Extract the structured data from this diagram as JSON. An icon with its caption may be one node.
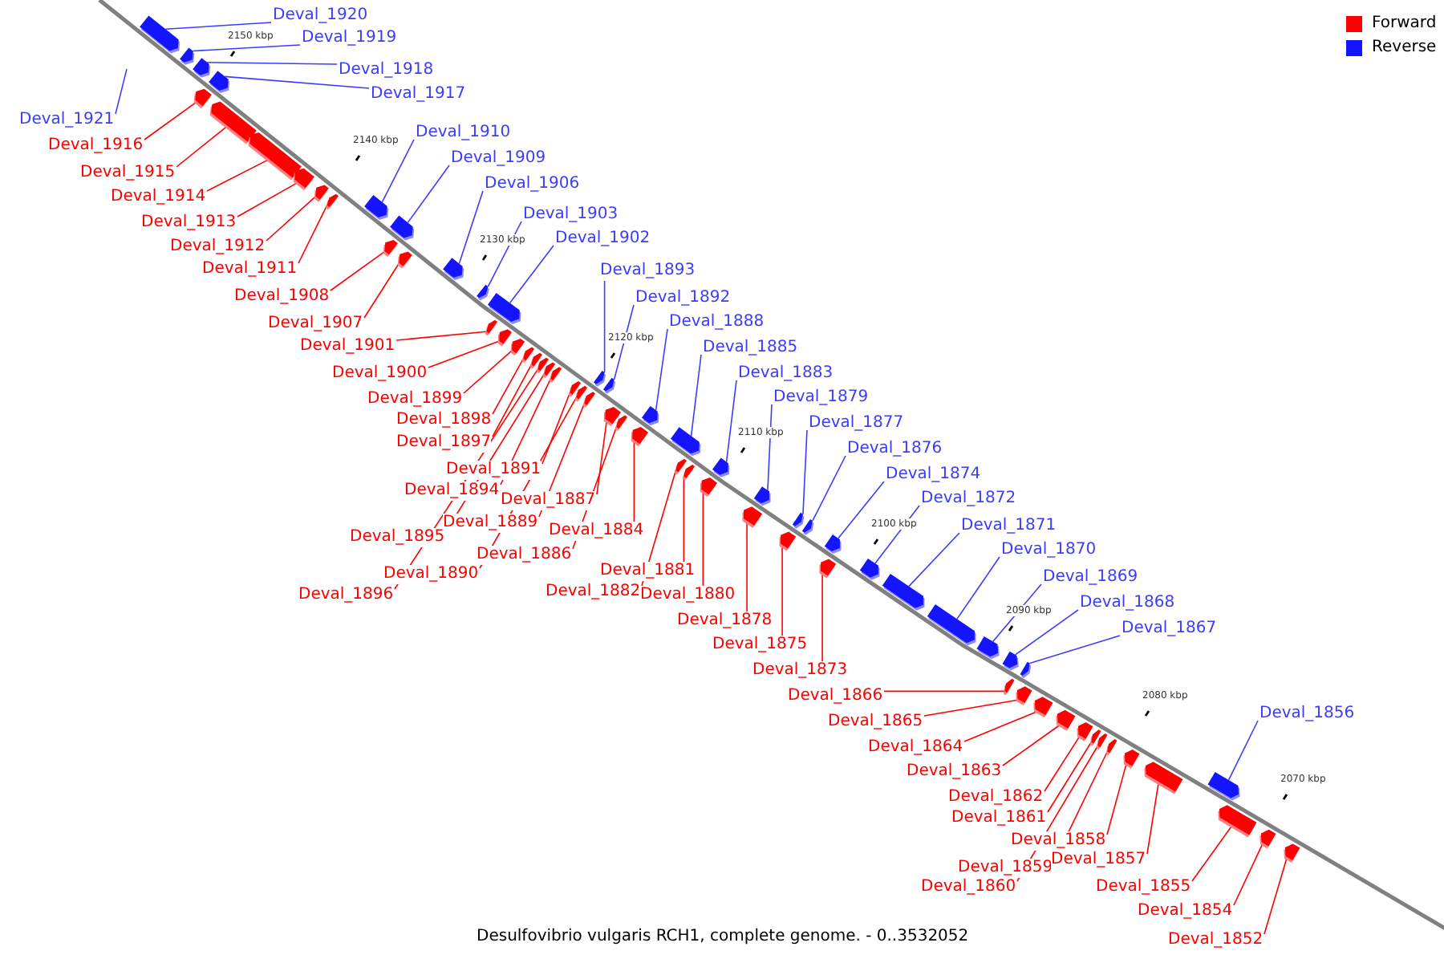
{
  "diagram": {
    "caption": "Desulfovibrio vulgaris RCH1, complete genome. - 0..3532052",
    "nodes": [
      {
        "text": [
          "Deval_1920"
        ]
      },
      {
        "text": [],
        "shape": "arrow"
      },
      {
        "text": [
          "Deval_1919"
        ]
      },
      {
        "text": [],
        "shape": "arrow"
      },
      {
        "text": [
          "Deval_1918"
        ]
      },
      {
        "text": [],
        "shape": "arrow"
      },
      {
        "text": [
          "Deval_1917"
        ]
      },
      {
        "text": [],
        "shape": "arrow"
      },
      {
        "text": [
          "Deval_1921"
        ]
      },
      {
        "text": [
          "Deval_1916"
        ]
      },
      {
        "text": [],
        "shape": "arrow"
      },
      {
        "text": [
          "Deval_1915"
        ]
      },
      {
        "text": [],
        "shape": "arrow"
      },
      {
        "text": [
          "Deval_1914"
        ]
      },
      {
        "text": [],
        "shape": "arrow"
      },
      {
        "text": [
          "Deval_1913"
        ]
      },
      {
        "text": [],
        "shape": "arrow"
      },
      {
        "text": [
          "Deval_1912"
        ]
      },
      {
        "text": [],
        "shape": "arrow"
      },
      {
        "text": [
          "Deval_1911"
        ]
      },
      {
        "text": [],
        "shape": "arrow"
      },
      {
        "text": [
          "Deval_1910"
        ]
      },
      {
        "text": [],
        "shape": "arrow"
      },
      {
        "text": [
          "Deval_1909"
        ]
      },
      {
        "text": [],
        "shape": "arrow"
      },
      {
        "text": [
          "Deval_1908"
        ]
      },
      {
        "text": [],
        "shape": "arrow"
      },
      {
        "text": [
          "Deval_1907"
        ]
      },
      {
        "text": [],
        "shape": "arrow"
      },
      {
        "text": [
          "Deval_1906"
        ]
      },
      {
        "text": [],
        "shape": "arrow"
      },
      {
        "text": [
          "Deval_1903"
        ]
      },
      {
        "text": [],
        "shape": "arrow"
      },
      {
        "text": [
          "Deval_1902"
        ]
      },
      {
        "text": [],
        "shape": "arrow"
      },
      {
        "text": [
          "Deval_1901"
        ]
      },
      {
        "text": [],
        "shape": "arrow"
      },
      {
        "text": [
          "Deval_1900"
        ]
      },
      {
        "text": [],
        "shape": "arrow"
      },
      {
        "text": [
          "Deval_1899"
        ]
      },
      {
        "text": [],
        "shape": "arrow"
      },
      {
        "text": [
          "Deval_1898"
        ]
      },
      {
        "text": [],
        "shape": "arrow"
      },
      {
        "text": [
          "Deval_1893"
        ]
      },
      {
        "text": [],
        "shape": "arrow"
      },
      {
        "text": [
          "Deval_1892"
        ]
      },
      {
        "text": [],
        "shape": "arrow"
      },
      {
        "text": [
          "Deval_1897"
        ]
      },
      {
        "text": [],
        "shape": "arrow"
      },
      {
        "text": [
          "Deval_1891"
        ]
      },
      {
        "text": [],
        "shape": "arrow"
      },
      {
        "text": [
          "Deval_1894"
        ]
      },
      {
        "text": [],
        "shape": "arrow"
      },
      {
        "text": [
          "Deval_1888"
        ]
      },
      {
        "text": [],
        "shape": "arrow"
      },
      {
        "text": [
          "Deval_1887"
        ]
      },
      {
        "text": [],
        "shape": "arrow"
      },
      {
        "text": [
          "Deval_1889"
        ]
      },
      {
        "text": [],
        "shape": "arrow"
      },
      {
        "text": [
          "Deval_1885"
        ]
      },
      {
        "text": [],
        "shape": "arrow"
      },
      {
        "text": [
          "Deval_1895"
        ]
      },
      {
        "text": [],
        "shape": "arrow"
      },
      {
        "text": [
          "Deval_1884"
        ]
      },
      {
        "text": [],
        "shape": "arrow"
      },
      {
        "text": [
          "Deval_1883"
        ]
      },
      {
        "text": [],
        "shape": "arrow"
      },
      {
        "text": [
          "Deval_1886"
        ]
      },
      {
        "text": [],
        "shape": "arrow"
      },
      {
        "text": [
          "Deval_1890"
        ]
      },
      {
        "text": [],
        "shape": "arrow"
      },
      {
        "text": [
          "Deval_1881"
        ]
      },
      {
        "text": [],
        "shape": "arrow"
      },
      {
        "text": [
          "Deval_1879"
        ]
      },
      {
        "text": [],
        "shape": "arrow"
      },
      {
        "text": [
          "Deval_1882"
        ]
      },
      {
        "text": [],
        "shape": "arrow"
      },
      {
        "text": [
          "Deval_1880"
        ]
      },
      {
        "text": [],
        "shape": "arrow"
      },
      {
        "text": [
          "Deval_1896"
        ]
      },
      {
        "text": [],
        "shape": "arrow"
      },
      {
        "text": [
          "Deval_1877"
        ]
      },
      {
        "text": [],
        "shape": "arrow"
      },
      {
        "text": [
          "Deval_1876"
        ]
      },
      {
        "text": [],
        "shape": "arrow"
      },
      {
        "text": [
          "Deval_1878"
        ]
      },
      {
        "text": [],
        "shape": "arrow"
      },
      {
        "text": [
          "Deval_1874"
        ]
      },
      {
        "text": [],
        "shape": "arrow"
      },
      {
        "text": [
          "Deval_1875"
        ]
      },
      {
        "text": [],
        "shape": "arrow"
      },
      {
        "text": [
          "Deval_1872"
        ]
      },
      {
        "text": [],
        "shape": "arrow"
      },
      {
        "text": [
          "Deval_1871"
        ]
      },
      {
        "text": [],
        "shape": "arrow"
      },
      {
        "text": [
          "Deval_1873"
        ]
      },
      {
        "text": [],
        "shape": "arrow"
      },
      {
        "text": [
          "Deval_1870"
        ]
      },
      {
        "text": [],
        "shape": "arrow"
      },
      {
        "text": [
          "Deval_1869"
        ]
      },
      {
        "text": [],
        "shape": "arrow"
      },
      {
        "text": [
          "Deval_1868"
        ]
      },
      {
        "text": [],
        "shape": "arrow"
      },
      {
        "text": [
          "Deval_1867"
        ]
      },
      {
        "text": [],
        "shape": "arrow"
      },
      {
        "text": [
          "Deval_1866"
        ]
      },
      {
        "text": [],
        "shape": "arrow"
      },
      {
        "text": [
          "Deval_1865"
        ]
      },
      {
        "text": [],
        "shape": "arrow"
      },
      {
        "text": [
          "Deval_1864"
        ]
      },
      {
        "text": [],
        "shape": "arrow"
      },
      {
        "text": [
          "Deval_1863"
        ]
      },
      {
        "text": [],
        "shape": "arrow"
      },
      {
        "text": [
          "Deval_1862"
        ]
      },
      {
        "text": [],
        "shape": "arrow"
      },
      {
        "text": [
          "Deval_1861"
        ]
      },
      {
        "text": [],
        "shape": "arrow"
      },
      {
        "text": [
          "Deval_1860"
        ]
      },
      {
        "text": [],
        "shape": "arrow"
      },
      {
        "text": [
          "Deval_1859"
        ]
      },
      {
        "text": [],
        "shape": "arrow"
      },
      {
        "text": [
          "Deval_1858"
        ]
      },
      {
        "text": [],
        "shape": "arrow"
      },
      {
        "text": [
          "Deval_1857"
        ]
      },
      {
        "text": [],
        "shape": "arrow"
      },
      {
        "text": [
          "Deval_1856"
        ]
      },
      {
        "text": [],
        "shape": "arrow"
      },
      {
        "text": [
          "Deval_1855"
        ]
      },
      {
        "text": [],
        "shape": "arrow"
      },
      {
        "text": [
          "Deval_1854"
        ]
      },
      {
        "text": [],
        "shape": "arrow"
      },
      {
        "text": [
          "Deval_1852"
        ]
      },
      {
        "text": [],
        "shape": "arrow"
      }
    ],
    "edges": [
      {
        "from": 0,
        "to": 1,
        "arrow": "none",
        "color": "#3c3cff"
      },
      {
        "from": 2,
        "to": 3,
        "arrow": "none",
        "color": "#3c3cff"
      },
      {
        "from": 4,
        "to": 5,
        "arrow": "none",
        "color": "#3c3cff"
      },
      {
        "from": 6,
        "to": 7,
        "arrow": "none",
        "color": "#3c3cff"
      },
      {
        "from": 8,
        "to": null,
        "arrow": "none",
        "color": "#3c3cff"
      },
      {
        "from": 9,
        "to": 10,
        "arrow": "none"
      },
      {
        "from": 11,
        "to": 12,
        "arrow": "none"
      },
      {
        "from": 13,
        "to": 14,
        "arrow": "none"
      },
      {
        "from": 15,
        "to": 16,
        "arrow": "none"
      },
      {
        "from": 17,
        "to": 18,
        "arrow": "none"
      },
      {
        "from": 19,
        "to": 20,
        "arrow": "none"
      },
      {
        "from": 21,
        "to": 22,
        "arrow": "none",
        "color": "#3c3cff"
      },
      {
        "from": 23,
        "to": 24,
        "arrow": "none",
        "color": "#3c3cff"
      },
      {
        "from": 25,
        "to": 26,
        "arrow": "none"
      },
      {
        "from": 27,
        "to": 28,
        "arrow": "none"
      },
      {
        "from": 29,
        "to": 30,
        "arrow": "none",
        "color": "#3c3cff"
      },
      {
        "from": 31,
        "to": 32,
        "arrow": "none",
        "color": "#3c3cff"
      },
      {
        "from": 33,
        "to": 34,
        "arrow": "none",
        "color": "#3c3cff"
      },
      {
        "from": 35,
        "to": 36,
        "arrow": "none"
      },
      {
        "from": 37,
        "to": 38,
        "arrow": "none"
      },
      {
        "from": 39,
        "to": 40,
        "arrow": "none"
      },
      {
        "from": 41,
        "to": 42,
        "arrow": "none"
      },
      {
        "from": 43,
        "to": 44,
        "arrow": "none",
        "color": "#3c3cff"
      },
      {
        "from": 45,
        "to": 46,
        "arrow": "none",
        "color": "#3c3cff"
      },
      {
        "from": 47,
        "to": 48,
        "arrow": "none"
      },
      {
        "from": 49,
        "to": 50,
        "arrow": "none"
      },
      {
        "from": 51,
        "to": 52,
        "arrow": "none"
      },
      {
        "from": 53,
        "to": 54,
        "arrow": "none",
        "color": "#3c3cff"
      },
      {
        "from": 55,
        "to": 56,
        "arrow": "none"
      },
      {
        "from": 57,
        "to": 58,
        "arrow": "none"
      },
      {
        "from": 59,
        "to": 60,
        "arrow": "none",
        "color": "#3c3cff"
      },
      {
        "from": 61,
        "to": 62,
        "arrow": "none"
      },
      {
        "from": 63,
        "to": 64,
        "arrow": "none"
      },
      {
        "from": 65,
        "to": 66,
        "arrow": "none",
        "color": "#3c3cff"
      },
      {
        "from": 67,
        "to": 68,
        "arrow": "none"
      },
      {
        "from": 69,
        "to": 70,
        "arrow": "none"
      },
      {
        "from": 71,
        "to": 72,
        "arrow": "none"
      },
      {
        "from": 73,
        "to": 74,
        "arrow": "none",
        "color": "#3c3cff"
      },
      {
        "from": 75,
        "to": 76,
        "arrow": "none"
      },
      {
        "from": 77,
        "to": 78,
        "arrow": "none"
      },
      {
        "from": 79,
        "to": 80,
        "arrow": "none"
      },
      {
        "from": 81,
        "to": 82,
        "arrow": "none",
        "color": "#3c3cff"
      },
      {
        "from": 83,
        "to": 84,
        "arrow": "none",
        "color": "#3c3cff"
      },
      {
        "from": 85,
        "to": 86,
        "arrow": "none"
      },
      {
        "from": 87,
        "to": 88,
        "arrow": "none",
        "color": "#3c3cff"
      },
      {
        "from": 89,
        "to": 90,
        "arrow": "none"
      },
      {
        "from": 91,
        "to": 92,
        "arrow": "none",
        "color": "#3c3cff"
      },
      {
        "from": 93,
        "to": 94,
        "arrow": "none",
        "color": "#3c3cff"
      },
      {
        "from": 95,
        "to": 96,
        "arrow": "none"
      },
      {
        "from": 97,
        "to": 98,
        "arrow": "none",
        "color": "#3c3cff"
      },
      {
        "from": 99,
        "to": 100,
        "arrow": "none",
        "color": "#3c3cff"
      },
      {
        "from": 101,
        "to": 102,
        "arrow": "none",
        "color": "#3c3cff"
      },
      {
        "from": 103,
        "to": 104,
        "arrow": "none",
        "color": "#3c3cff"
      },
      {
        "from": 105,
        "to": 106,
        "arrow": "none"
      },
      {
        "from": 107,
        "to": 108,
        "arrow": "none"
      },
      {
        "from": 109,
        "to": 110,
        "arrow": "none"
      },
      {
        "from": 111,
        "to": 112,
        "arrow": "none"
      },
      {
        "from": 113,
        "to": 114,
        "arrow": "none"
      },
      {
        "from": 115,
        "to": 116,
        "arrow": "none"
      },
      {
        "from": 117,
        "to": 118,
        "arrow": "none"
      },
      {
        "from": 119,
        "to": 120,
        "arrow": "none"
      },
      {
        "from": 121,
        "to": 122,
        "arrow": "none"
      },
      {
        "from": 123,
        "to": 124,
        "arrow": "none"
      },
      {
        "from": 125,
        "to": 126,
        "arrow": "none",
        "color": "#3c3cff"
      },
      {
        "from": 127,
        "to": 128,
        "arrow": "none"
      },
      {
        "from": 129,
        "to": 130,
        "arrow": "none"
      },
      {
        "from": 131,
        "to": 132,
        "arrow": "none"
      }
    ],
    "labels": [
      "2150 kbp",
      "2140 kbp",
      "2130 kbp",
      "2120 kbp",
      "2110 kbp",
      "2100 kbp",
      "2090 kbp",
      "2080 kbp",
      "2070 kbp"
    ],
    "legend": [
      {
        "text": "Forward",
        "color": "#ff0000"
      },
      {
        "text": "Reverse",
        "color": "#1414ff"
      }
    ]
  }
}
